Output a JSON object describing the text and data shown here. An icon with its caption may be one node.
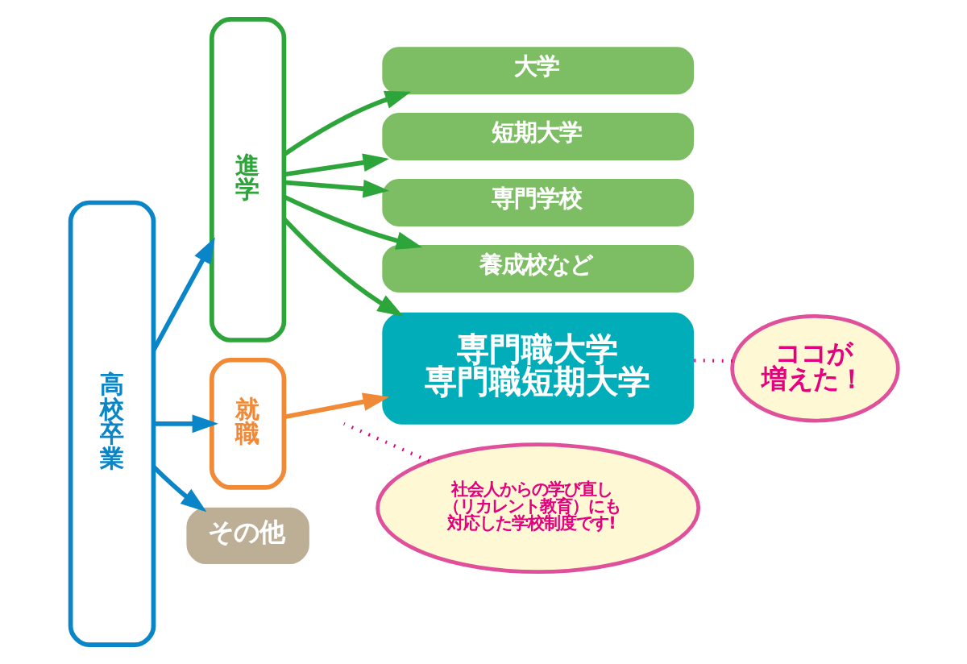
{
  "diagram": {
    "nodes": [
      {
        "text": [
          "高校卒業"
        ]
      },
      {
        "text": [
          "進学"
        ]
      },
      {
        "text": [
          "就職"
        ]
      },
      {
        "text": [
          "その他"
        ]
      },
      {
        "text": [
          "大学"
        ]
      },
      {
        "text": [
          "短期大学"
        ]
      },
      {
        "text": [
          "専門学校"
        ]
      },
      {
        "text": [
          "養成校など"
        ]
      },
      {
        "text": [
          "専門職大学",
          "専門職短期大学"
        ]
      },
      {
        "text": [
          "ココが増えた！"
        ]
      },
      {
        "text": [
          "社会人からの学び直し（リカレント教育）にも対応した学校制度です!"
        ]
      }
    ],
    "edges": [
      {
        "from": 0,
        "to": 1,
        "arrow": "to",
        "color": "#0a85c7"
      },
      {
        "from": 0,
        "to": 2,
        "arrow": "to",
        "color": "#0a85c7"
      },
      {
        "from": 0,
        "to": 3,
        "arrow": "to",
        "color": "#0a85c7"
      },
      {
        "from": 1,
        "to": 4,
        "arrow": "to"
      },
      {
        "from": 1,
        "to": 5,
        "arrow": "to"
      },
      {
        "from": 1,
        "to": 6,
        "arrow": "to"
      },
      {
        "from": 1,
        "to": 7,
        "arrow": "to"
      },
      {
        "from": 1,
        "to": 8,
        "arrow": "to"
      },
      {
        "from": 2,
        "to": 8,
        "arrow": "to",
        "color": "#f08a37"
      },
      {
        "from": 9,
        "to": 8,
        "arrow": "none",
        "style": "dashed",
        "color": "#e4007f"
      },
      {
        "from": 10,
        "to": null,
        "arrow": "none",
        "style": "dashed",
        "color": "#e4007f"
      }
    ]
  }
}
